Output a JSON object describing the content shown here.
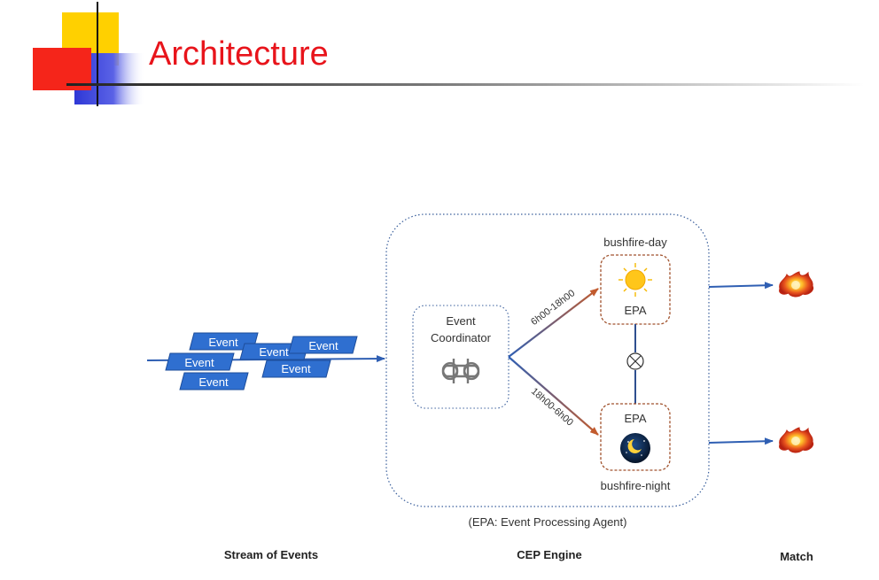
{
  "slide": {
    "title": "Architecture",
    "colors": {
      "title": "#e8141b",
      "yellow_square": "#ffd000",
      "red_square": "#f5251a",
      "blue_square": "#2f38d6",
      "event_fill": "#2f6fd0",
      "arrow_blue": "#2f5fb3",
      "arrow_orange": "#c25b2e",
      "epa_border": "#a0522d",
      "container_border": "#3a5f9c"
    }
  },
  "stream": {
    "events": [
      "Event",
      "Event",
      "Event",
      "Event",
      "Event",
      "Event"
    ],
    "label": "Stream of Events"
  },
  "engine": {
    "coordinator_line1": "Event",
    "coordinator_line2": "Coordinator",
    "coordinator_icon": "command-icon",
    "day_time_range": "6h00-18h00",
    "night_time_range": "18h00-6h00",
    "day_agent_title": "bushfire-day",
    "day_agent_label": "EPA",
    "day_agent_icon": "sun-icon",
    "night_agent_title": "bushfire-night",
    "night_agent_label": "EPA",
    "night_agent_icon": "moon-night-icon",
    "xor_icon": "xor-circle-icon",
    "note": "(EPA: Event Processing Agent)",
    "label": "CEP Engine"
  },
  "output": {
    "label": "Match",
    "icon": "fire-icon"
  }
}
